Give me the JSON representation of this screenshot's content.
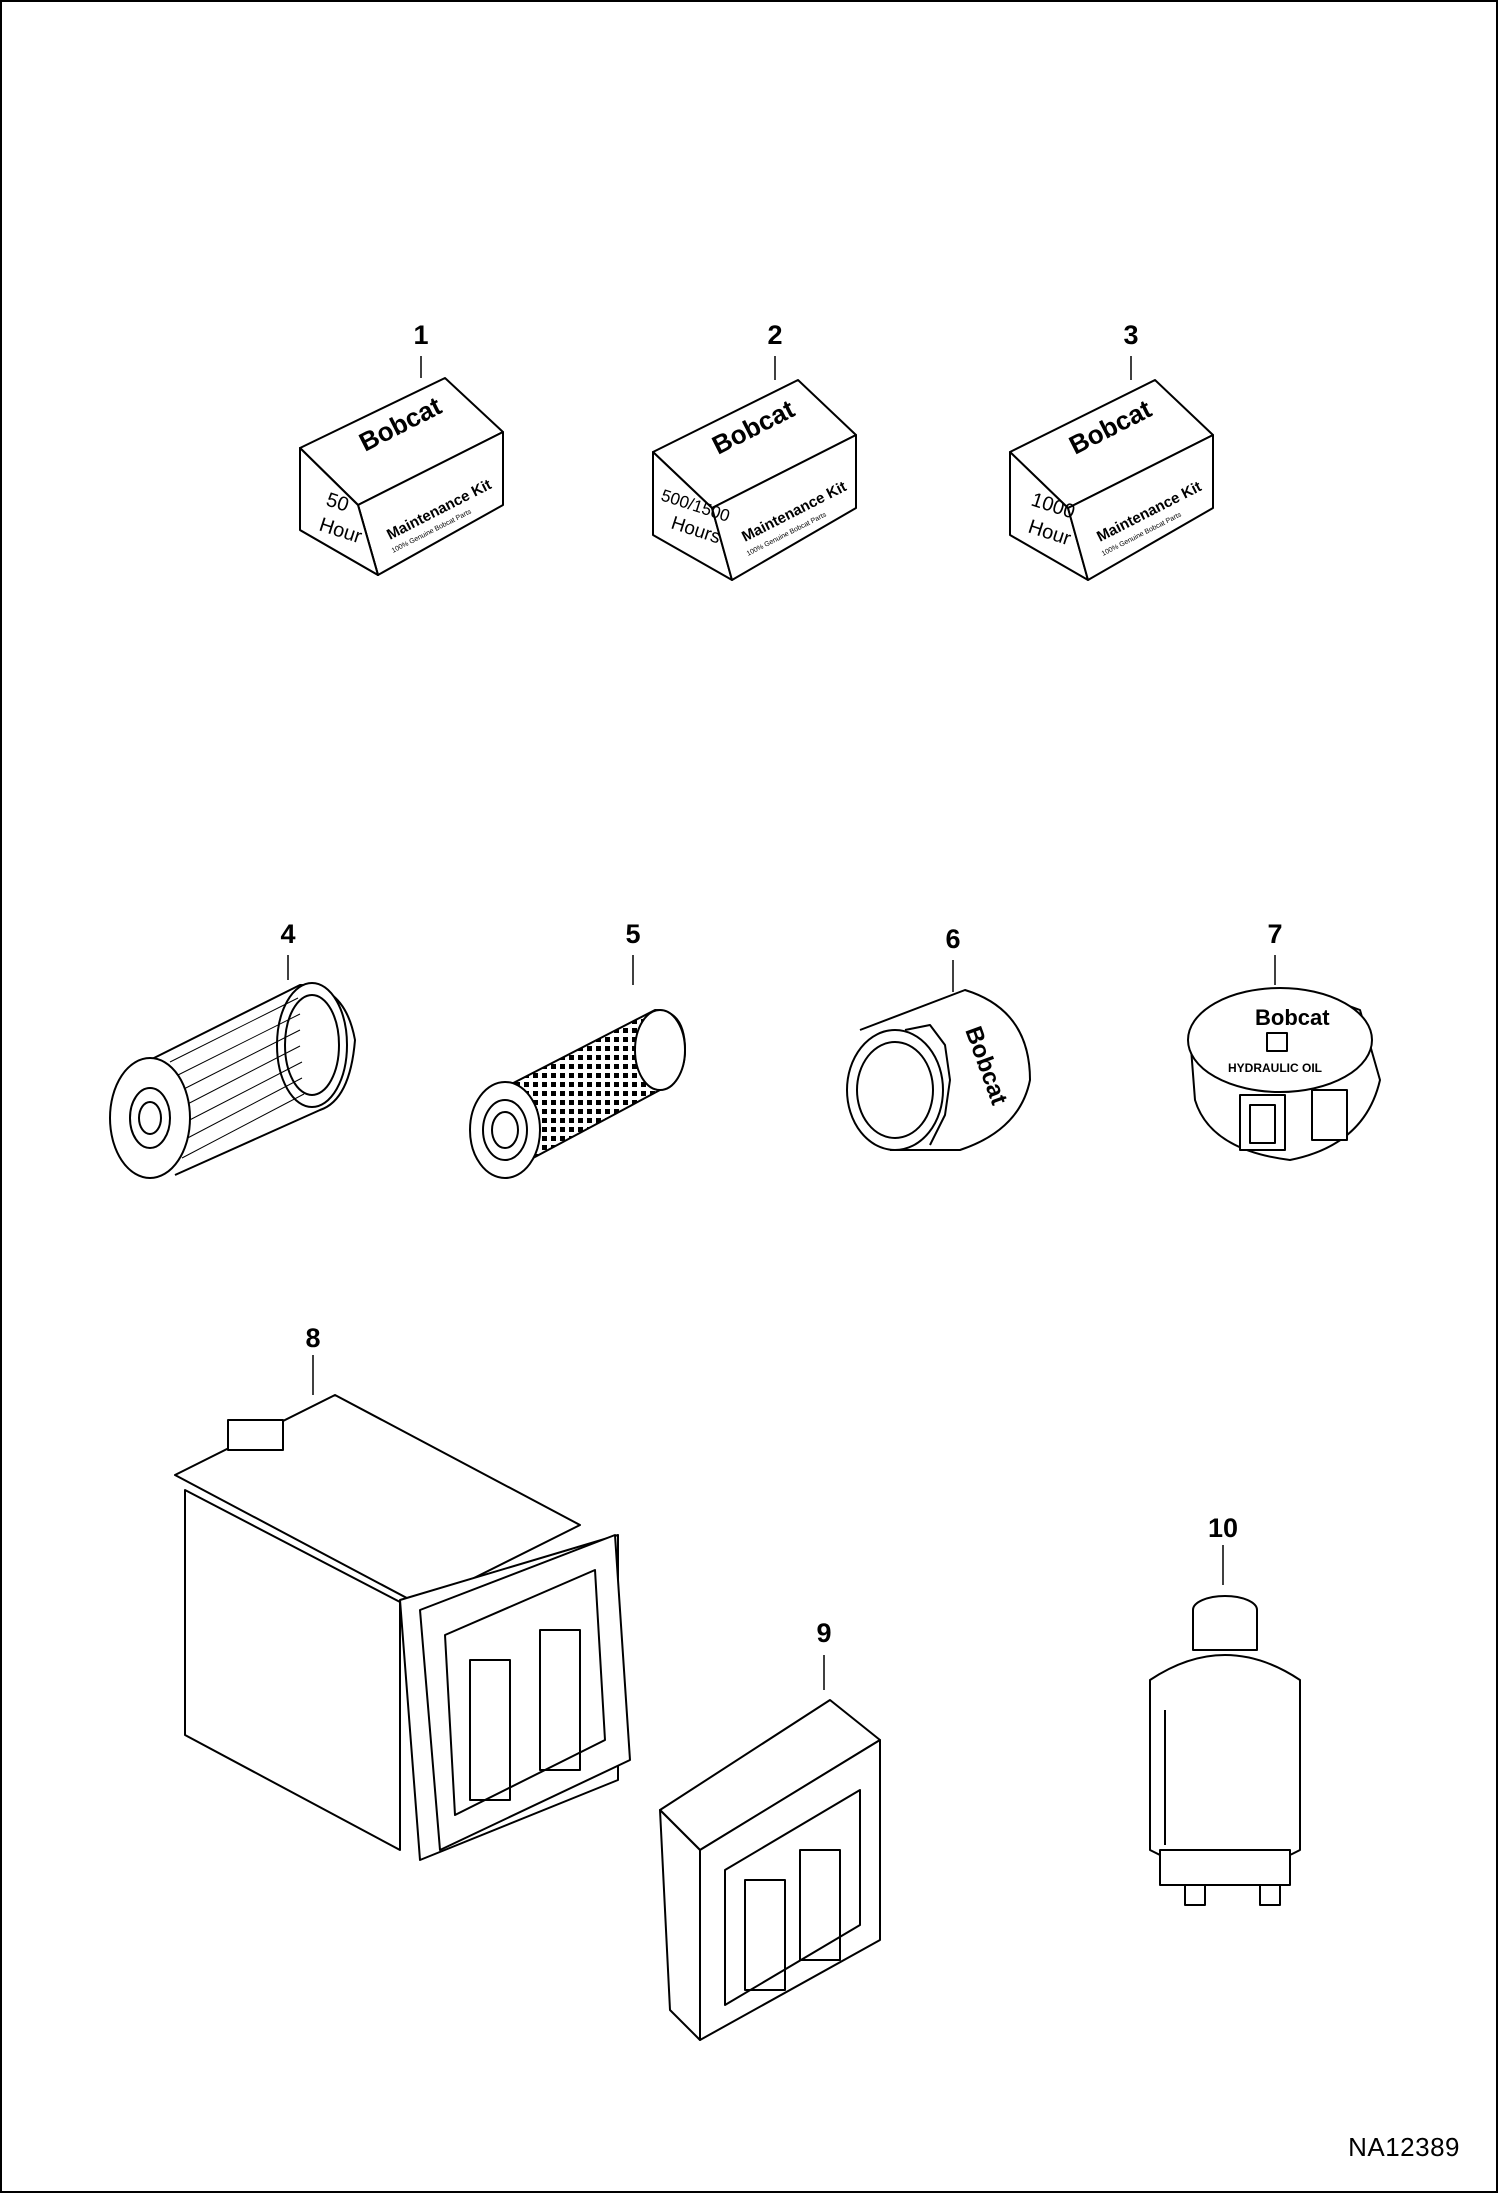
{
  "figure_code": "NA12389",
  "callouts": [
    "1",
    "2",
    "3",
    "4",
    "5",
    "6",
    "7",
    "8",
    "9",
    "10"
  ],
  "kits": [
    {
      "brand": "Bobcat",
      "hours": "50",
      "hours_unit": "Hour",
      "kit_title": "Maintenance Kit",
      "kit_subtitle": "100% Genuine Bobcat Parts"
    },
    {
      "brand": "Bobcat",
      "hours": "500/1500",
      "hours_unit": "Hours",
      "kit_title": "Maintenance Kit",
      "kit_subtitle": "100% Genuine Bobcat Parts"
    },
    {
      "brand": "Bobcat",
      "hours": "1000",
      "hours_unit": "Hour",
      "kit_title": "Maintenance Kit",
      "kit_subtitle": "100% Genuine Bobcat Parts"
    }
  ],
  "oil_filter_brand": "Bobcat",
  "cap": {
    "brand": "Bobcat",
    "label": "HYDRAULIC OIL"
  }
}
